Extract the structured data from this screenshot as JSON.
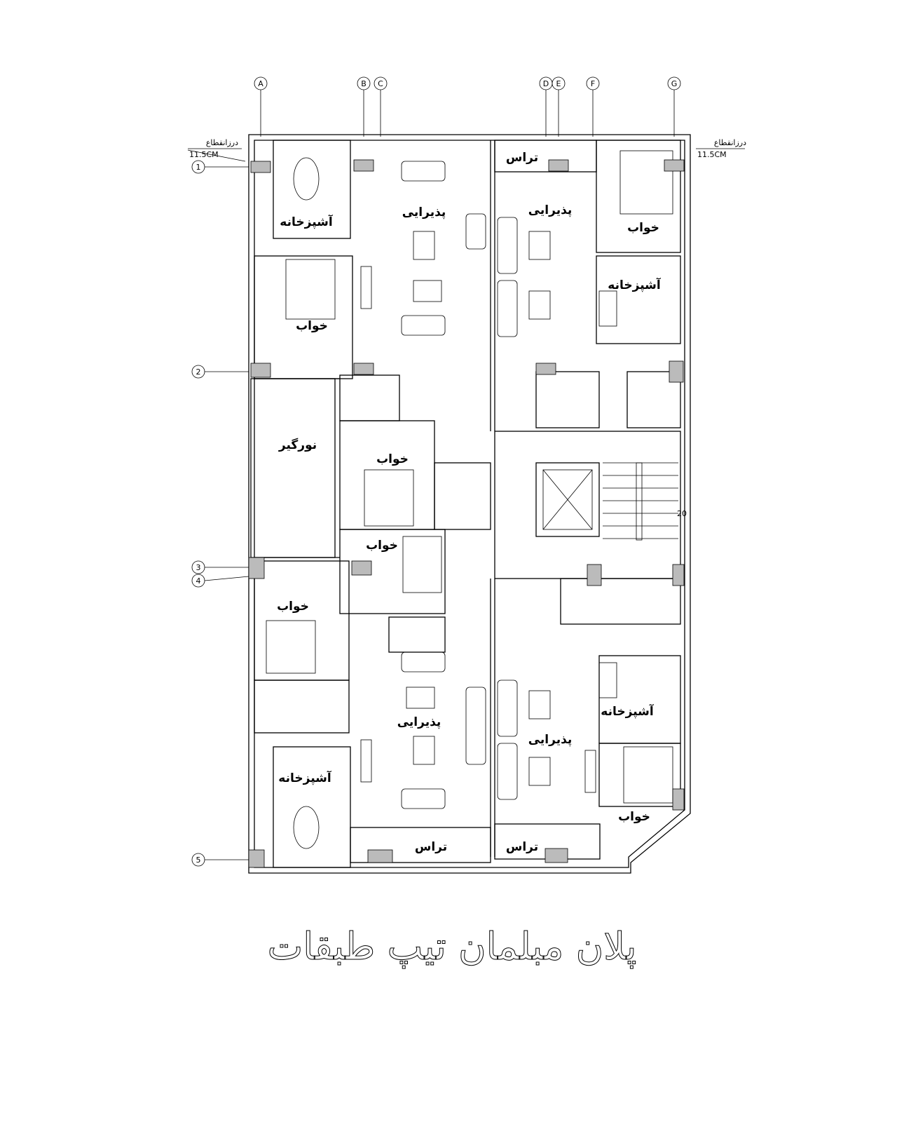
{
  "title": "پلان مبلمان تیپ طبقات",
  "grid_axes_columns": [
    "A",
    "B",
    "C",
    "D",
    "E",
    "F",
    "G"
  ],
  "grid_axes_rows": [
    "1",
    "2",
    "3",
    "4",
    "5"
  ],
  "joint_label": "درزانقطاع",
  "joint_width": "11.5CM",
  "stair_dim": "20",
  "rooms": {
    "kitchen": "آشپزخانه",
    "living": "پذیرایی",
    "bedroom": "خواب",
    "terrace": "تراس",
    "lightwell": "نورگیر"
  }
}
